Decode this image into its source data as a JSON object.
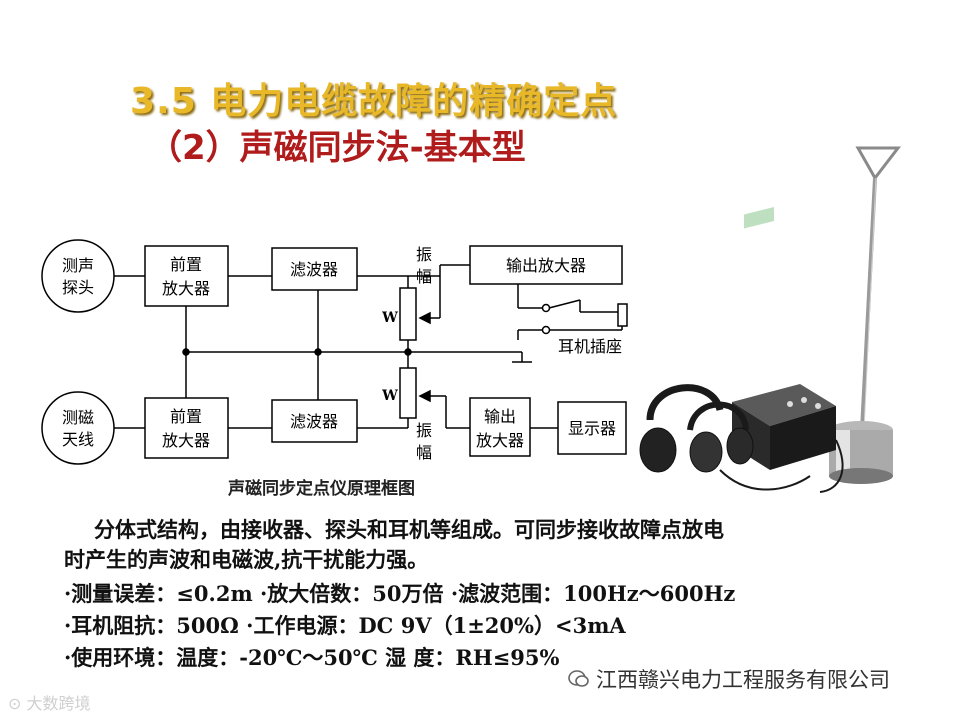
{
  "title": "3.5 电力电缆故障的精确定点",
  "subtitle": "（2）声磁同步法-基本型",
  "diagram": {
    "nodes": {
      "sound_probe_l1": "测声",
      "sound_probe_l2": "探头",
      "mag_antenna_l1": "测磁",
      "mag_antenna_l2": "天线",
      "preamp_top_l1": "前置",
      "preamp_top_l2": "放大器",
      "filter_top": "滤波器",
      "out_amp_top": "输出放大器",
      "preamp_bot_l1": "前置",
      "preamp_bot_l2": "放大器",
      "filter_bot": "滤波器",
      "out_amp_bot_l1": "输出",
      "out_amp_bot_l2": "放大器",
      "display": "显示器"
    },
    "labels": {
      "amp_top_l1": "振",
      "amp_top_l2": "幅",
      "amp_bot_l1": "振",
      "amp_bot_l2": "幅",
      "w_top": "W",
      "w_bot": "W",
      "jack": "耳机插座"
    }
  },
  "caption": "声磁同步定点仪原理框图",
  "description": {
    "line1": "分体式结构，由接收器、探头和耳机等组成。可同步接收故障点放电",
    "line2": "时产生的声波和电磁波,抗干扰能力强。"
  },
  "specs": {
    "line1": "·测量误差：≤0.2m  ·放大倍数：50万倍  ·滤波范围：100Hz～600Hz",
    "line2": "·耳机阻抗：500Ω   ·工作电源：DC 9V（1±20%）<3mA",
    "line3": "·使用环境：温度：-20℃～50℃  湿  度：RH≤95%"
  },
  "watermark": {
    "left": "大数跨境",
    "right": "江西赣兴电力工程服务有限公司"
  }
}
